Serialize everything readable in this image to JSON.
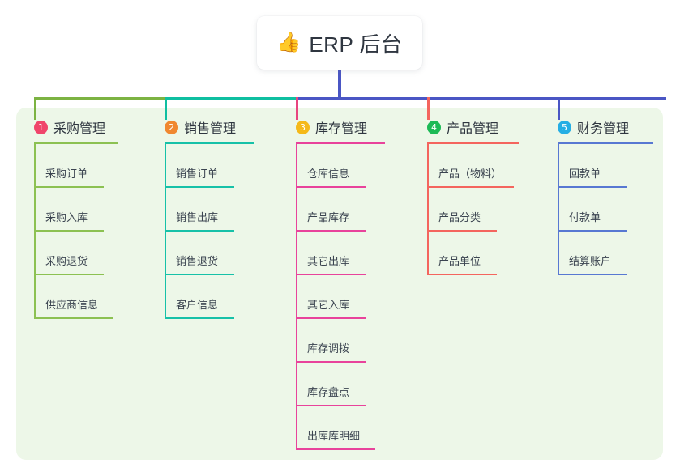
{
  "root": {
    "icon": "thumbs-up-icon",
    "icon_glyph": "👍",
    "title": "ERP 后台"
  },
  "panel": {
    "background_color": "#edf7e8"
  },
  "connector": {
    "stem_color": "#4a56c4",
    "bar_segments": [
      {
        "color": "#7cb342"
      },
      {
        "color": "#0fbfa1"
      },
      {
        "color": "#4a56c4"
      }
    ],
    "drops": [
      {
        "color": "#7cb342"
      },
      {
        "color": "#0fbfa1"
      },
      {
        "color": "#e8457f"
      },
      {
        "color": "#f4655e"
      },
      {
        "color": "#4a56c4"
      }
    ]
  },
  "columns": [
    {
      "number": "1",
      "title": "采购管理",
      "badge_color": "#f0456b",
      "line_color": "#8cc152",
      "rule_width": 104,
      "items": [
        {
          "label": "采购订单",
          "rule_width": 86
        },
        {
          "label": "采购入库",
          "rule_width": 86
        },
        {
          "label": "采购退货",
          "rule_width": 86
        },
        {
          "label": "供应商信息",
          "rule_width": 98
        }
      ]
    },
    {
      "number": "2",
      "title": "销售管理",
      "badge_color": "#f08830",
      "line_color": "#17c1a8",
      "rule_width": 110,
      "items": [
        {
          "label": "销售订单",
          "rule_width": 86
        },
        {
          "label": "销售出库",
          "rule_width": 86
        },
        {
          "label": "销售退货",
          "rule_width": 86
        },
        {
          "label": "客户信息",
          "rule_width": 86
        }
      ]
    },
    {
      "number": "3",
      "title": "库存管理",
      "badge_color": "#f5b919",
      "line_color": "#e8439b",
      "rule_width": 110,
      "items": [
        {
          "label": "仓库信息",
          "rule_width": 86
        },
        {
          "label": "产品库存",
          "rule_width": 86
        },
        {
          "label": "其它出库",
          "rule_width": 86
        },
        {
          "label": "其它入库",
          "rule_width": 86
        },
        {
          "label": "库存调拨",
          "rule_width": 86
        },
        {
          "label": "库存盘点",
          "rule_width": 86
        },
        {
          "label": "出库库明细",
          "rule_width": 98
        }
      ]
    },
    {
      "number": "4",
      "title": "产品管理",
      "badge_color": "#1dba56",
      "line_color": "#f4655e",
      "rule_width": 113,
      "items": [
        {
          "label": "产品（物料）",
          "rule_width": 107
        },
        {
          "label": "产品分类",
          "rule_width": 86
        },
        {
          "label": "产品单位",
          "rule_width": 86
        }
      ]
    },
    {
      "number": "5",
      "title": "财务管理",
      "badge_color": "#25aee4",
      "line_color": "#5878d2",
      "rule_width": 118,
      "items": [
        {
          "label": "回款单",
          "rule_width": 86
        },
        {
          "label": "付款单",
          "rule_width": 86
        },
        {
          "label": "结算账户",
          "rule_width": 86
        }
      ]
    }
  ]
}
